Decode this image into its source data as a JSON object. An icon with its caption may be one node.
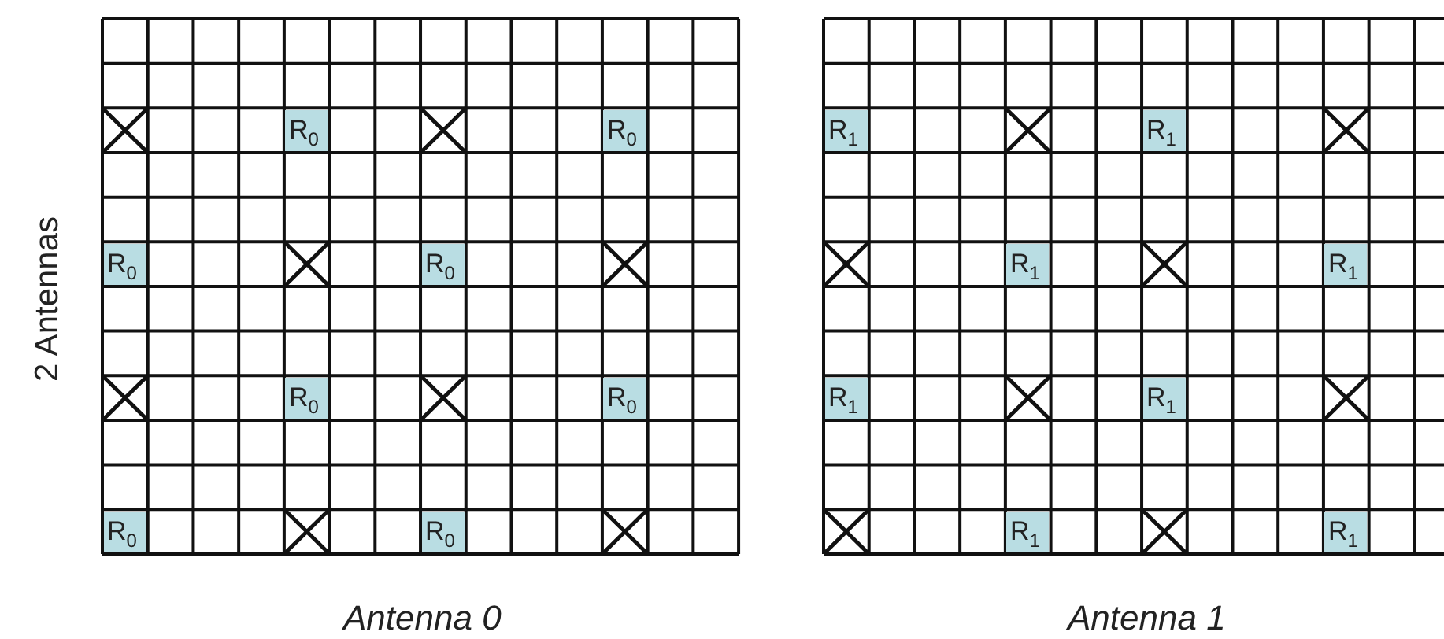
{
  "diagram": {
    "labels": [
      "2 Antennas",
      "R$_{0}$",
      "R$_{0}$",
      "R$_{0}$",
      "R$_{0}$",
      "R$_{0}$",
      "R$_{0}$",
      "R$_{0}$",
      "R$_{0}$",
      "R$_{1}$",
      "R$_{1}$",
      "R$_{1}$",
      "R$_{1}$",
      "R$_{1}$",
      "R$_{1}$",
      "R$_{1}$",
      "R$_{1}$",
      "Antenna 0",
      "Antenna 1"
    ]
  }
}
